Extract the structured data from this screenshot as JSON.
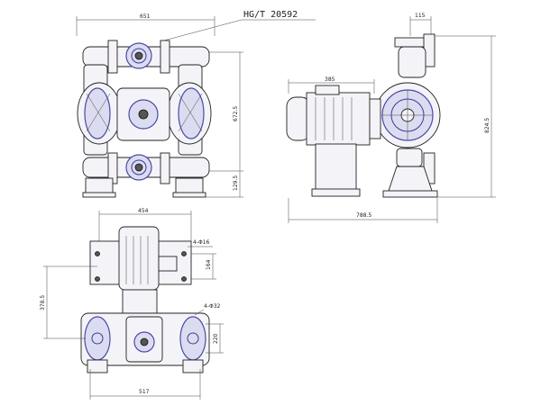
{
  "standard": "HG/T 20592",
  "dimensions": {
    "front_width": "651",
    "front_height": "672.5",
    "front_base": "129.5",
    "side_top": "115",
    "side_motor": "385",
    "side_height": "824.5",
    "side_width": "788.5",
    "plan_width": "454",
    "plan_hole": "4-Φ16",
    "plan_y1": "164",
    "plan_left": "378.5",
    "plan_flange": "4-Φ32",
    "plan_y2": "220",
    "plan_bottom": "517"
  }
}
